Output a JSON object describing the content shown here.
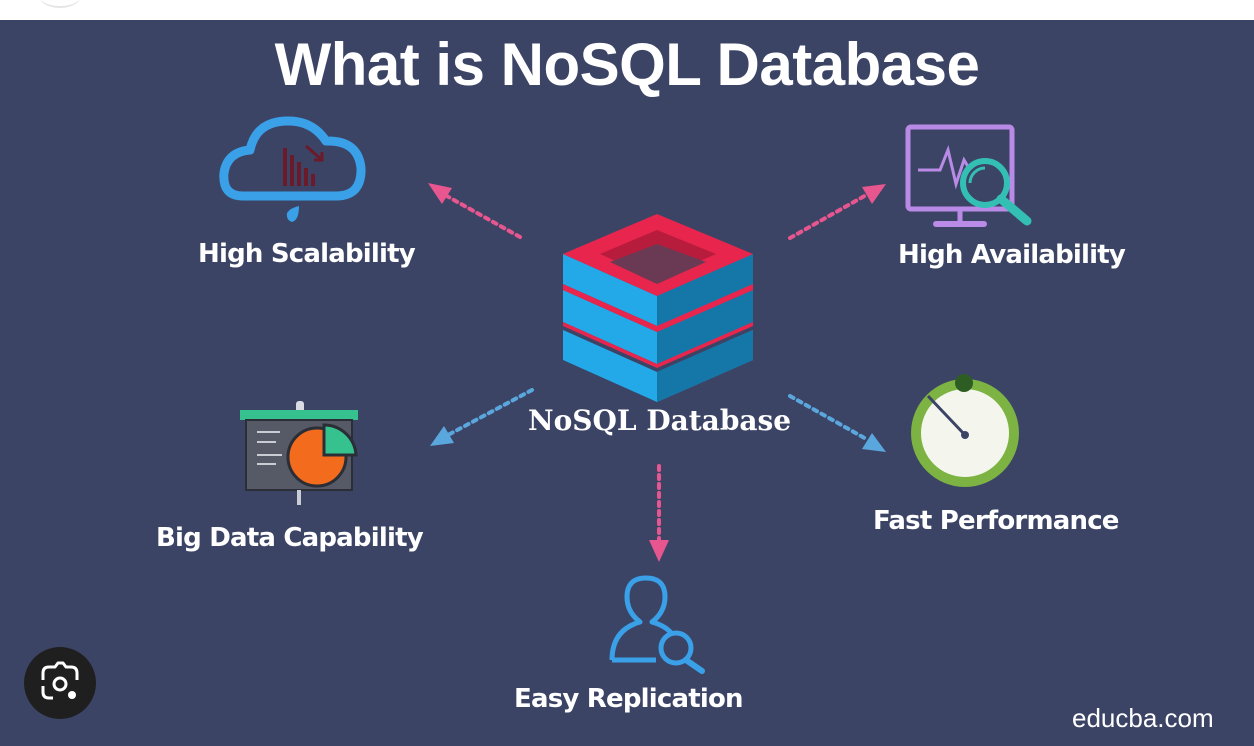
{
  "title": "What is NoSQL Database",
  "center": {
    "label": "NoSQL Database",
    "icon": "database-stack-icon"
  },
  "features": [
    {
      "label": "High Scalability",
      "icon": "cloud-chart-icon"
    },
    {
      "label": "High Availability",
      "icon": "monitor-search-icon"
    },
    {
      "label": "Big Data Capability",
      "icon": "presentation-pie-chart-icon"
    },
    {
      "label": "Fast Performance",
      "icon": "stopwatch-icon"
    },
    {
      "label": "Easy Replication",
      "icon": "user-search-icon"
    }
  ],
  "watermark": "educba.com",
  "overlay": {
    "icon": "lens-camera-icon"
  },
  "colors": {
    "background": "#3c4466",
    "accent_pink": "#e8568f",
    "accent_blue": "#5aa7dd",
    "db_top": "#e8254c",
    "db_side": "#23a9e8"
  }
}
